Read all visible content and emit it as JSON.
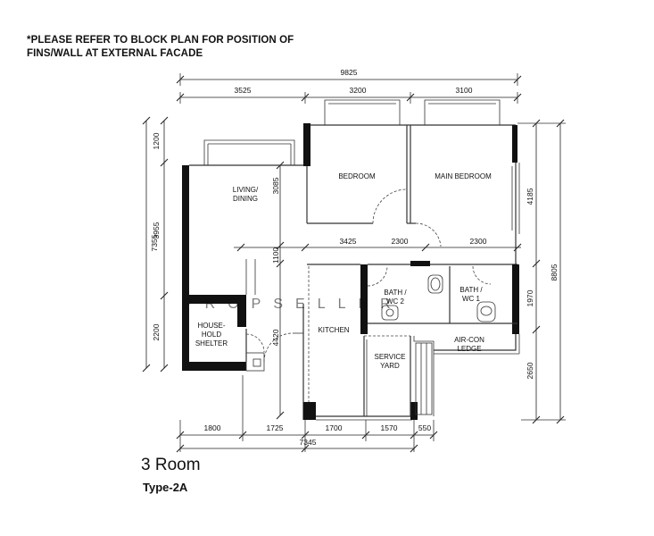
{
  "note": {
    "line1": "*PLEASE REFER TO BLOCK PLAN FOR POSITION OF",
    "line2": "FINS/WALL AT EXTERNAL FACADE"
  },
  "title": "3 Room",
  "subtitle": "Type-2A",
  "watermark": "PROPSELLER",
  "rooms": {
    "bedroom": "BEDROOM",
    "main_bedroom": "MAIN BEDROOM",
    "living_line1": "LIVING/",
    "living_line2": "DINING",
    "bath2_line1": "BATH /",
    "bath2_line2": "WC 2",
    "bath1_line1": "BATH /",
    "bath1_line2": "WC 1",
    "shelter_line1": "HOUSE-",
    "shelter_line2": "HOLD",
    "shelter_line3": "SHELTER",
    "kitchen": "KITCHEN",
    "service_line1": "SERVICE",
    "service_line2": "YARD",
    "aircon_line1": "AIR-CON",
    "aircon_line2": "LEDGE"
  },
  "dimensions": {
    "top_total": "9825",
    "top_1": "3525",
    "top_2": "3200",
    "top_3": "3100",
    "mid_1": "3425",
    "mid_2": "2300",
    "mid_3": "2300",
    "bottom_1": "1800",
    "bottom_2": "1725",
    "bottom_3": "1700",
    "bottom_4": "1570",
    "bottom_5": "550",
    "bottom_total": "7345",
    "left_1": "1200",
    "left_2": "3955",
    "left_3": "2200",
    "left_total": "7355",
    "inner_1": "3085",
    "inner_2": "1100",
    "inner_3": "4420",
    "right_1": "4185",
    "right_2": "1970",
    "right_3": "2650",
    "right_total": "8805"
  }
}
